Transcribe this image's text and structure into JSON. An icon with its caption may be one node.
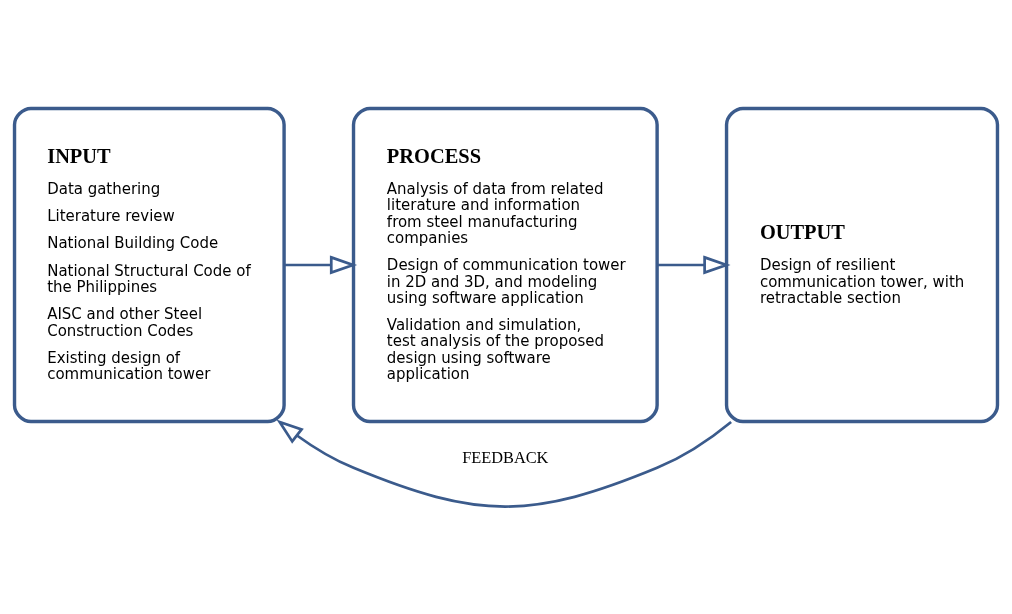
{
  "diagram": {
    "nodes": [
      {
        "text": [
          "INPUT",
          "Data gathering",
          "Literature review",
          "National Building Code",
          "National Structural Code of the Philippines",
          "AISC and other Steel Construction Codes",
          "Existing design of communication tower"
        ]
      },
      {
        "text": [
          "PROCESS",
          "Analysis of data from related literature and information from steel manufacturing companies",
          "Design of communication tower in 2D and 3D, and modeling using software application",
          "Validation and simulation, test analysis of the proposed design using software application"
        ]
      },
      {
        "text": [
          "OUTPUT",
          "Design of resilient communication tower, with retractable section"
        ]
      }
    ],
    "edges": [
      {
        "from": 0,
        "to": 1,
        "arrow": "to"
      },
      {
        "from": 1,
        "to": 2,
        "arrow": "to"
      },
      {
        "from": 2,
        "to": 0,
        "arrow": "to",
        "label": "FEEDBACK"
      }
    ]
  }
}
